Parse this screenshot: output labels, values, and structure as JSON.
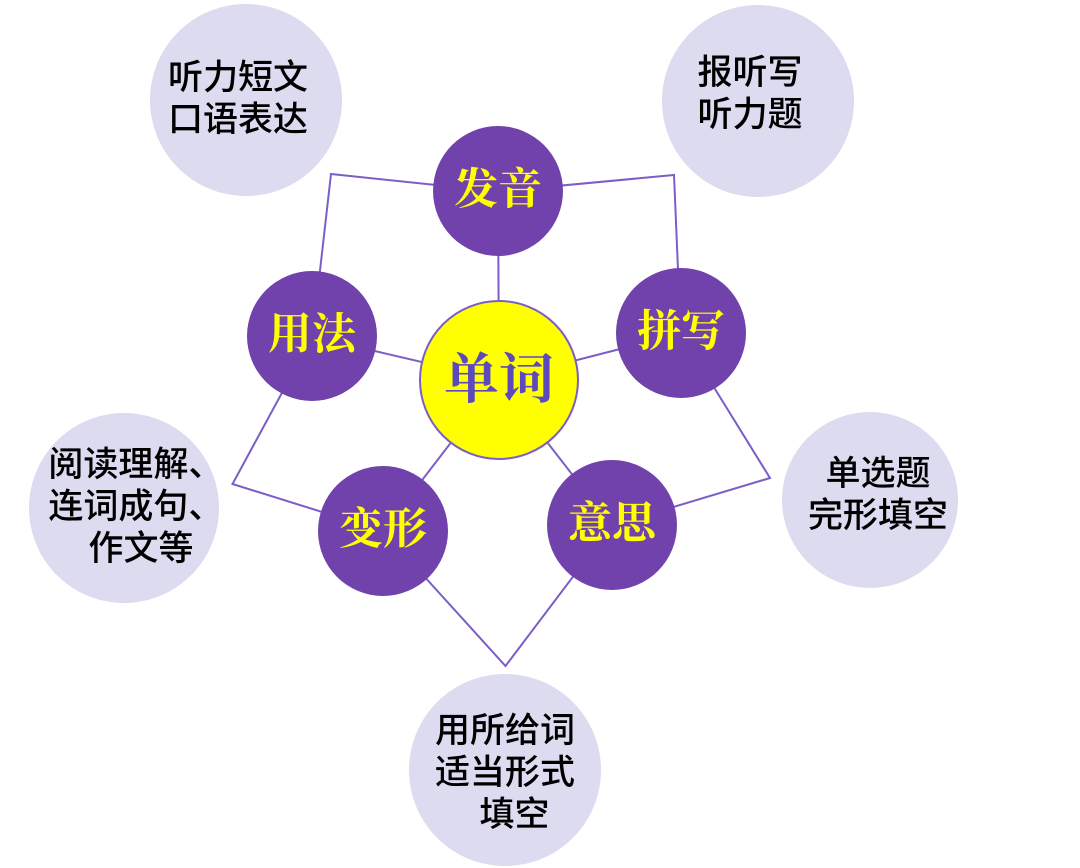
{
  "colors": {
    "background": "#ffffff",
    "connector": "#7b5ec6",
    "center-fill": "#ffff00",
    "center-text": "#5c49bb",
    "branch-fill": "#7142ac",
    "branch-text": "#ffff00",
    "note-fill": "#dcdbef",
    "note-text": "#000000"
  },
  "diagram": {
    "center": {
      "label": "单词"
    },
    "branches": [
      {
        "id": "pronunciation",
        "label": "发音"
      },
      {
        "id": "usage",
        "label": "用法"
      },
      {
        "id": "spelling",
        "label": "拼写"
      },
      {
        "id": "transform",
        "label": "变形"
      },
      {
        "id": "meaning",
        "label": "意思"
      }
    ],
    "notes": [
      {
        "id": "top-left",
        "lines": [
          "听力短文",
          "口语表达"
        ]
      },
      {
        "id": "top-right",
        "lines": [
          "报听写",
          "听力题"
        ]
      },
      {
        "id": "right",
        "lines": [
          "单选题",
          "完形填空"
        ]
      },
      {
        "id": "bottom",
        "lines": [
          "用所给词",
          "适当形式",
          "填空"
        ]
      },
      {
        "id": "left",
        "lines": [
          "阅读理解、",
          "连词成句、",
          "作文等"
        ]
      }
    ]
  }
}
